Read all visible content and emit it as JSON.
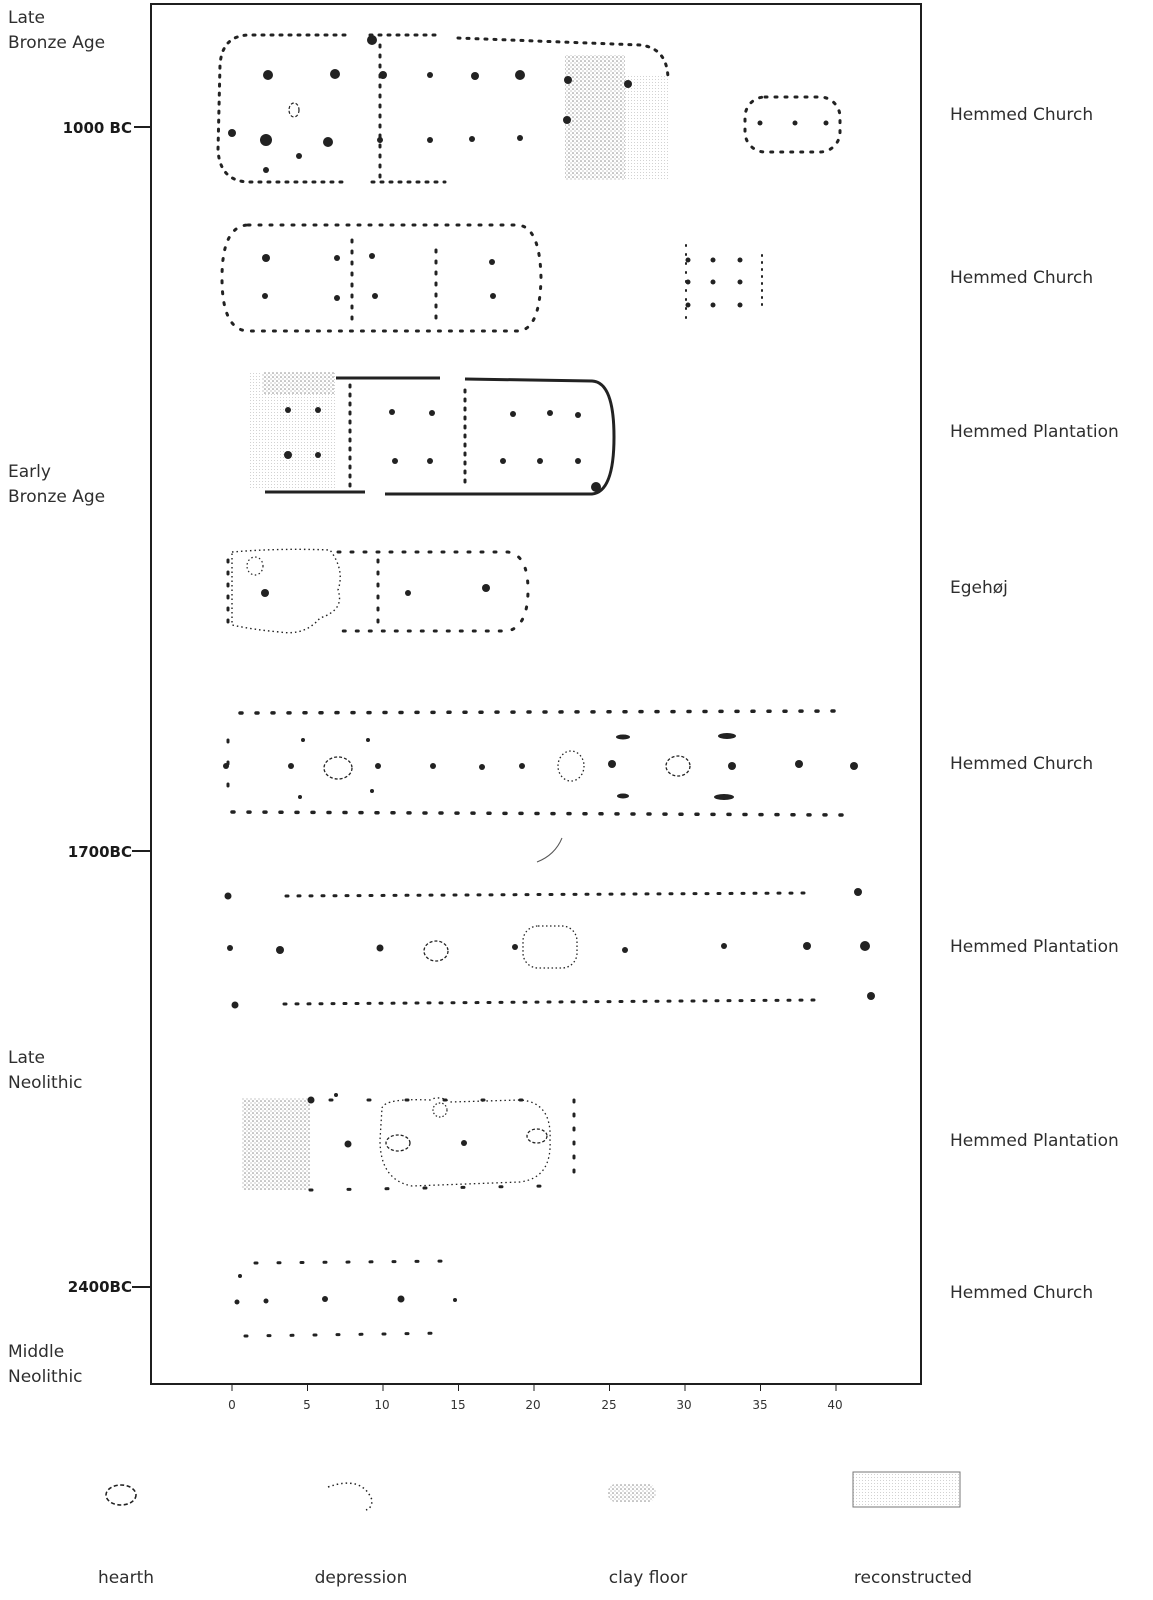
{
  "periods": [
    {
      "label": "Late\nBronze Age"
    },
    {
      "label": "Early\nBronze Age"
    },
    {
      "label": "Late\nNeolithic"
    },
    {
      "label": "Middle\nNeolithic"
    }
  ],
  "dates": [
    "1000 BC",
    "1700BC",
    "2400BC"
  ],
  "houses": [
    {
      "site": "Hemmed Church"
    },
    {
      "site": "Hemmed Church"
    },
    {
      "site": "Hemmed Plantation"
    },
    {
      "site": "Egehøj"
    },
    {
      "site": "Hemmed Church"
    },
    {
      "site": "Hemmed Plantation"
    },
    {
      "site": "Hemmed Plantation"
    },
    {
      "site": "Hemmed Church"
    }
  ],
  "scale": {
    "ticks": [
      "0",
      "5",
      "10",
      "15",
      "20",
      "25",
      "30",
      "35",
      "40"
    ]
  },
  "legend": [
    {
      "label": "hearth",
      "icon": "hearth-icon"
    },
    {
      "label": "depression",
      "icon": "depression-icon"
    },
    {
      "label": "clay floor",
      "icon": "clay-floor-icon"
    },
    {
      "label": "reconstructed",
      "icon": "reconstructed-icon"
    }
  ],
  "colors": {
    "ink": "#1f1f1f",
    "post": "#222222",
    "clay": "#8a8a8a",
    "reconstructed": "#cfcfcf"
  }
}
